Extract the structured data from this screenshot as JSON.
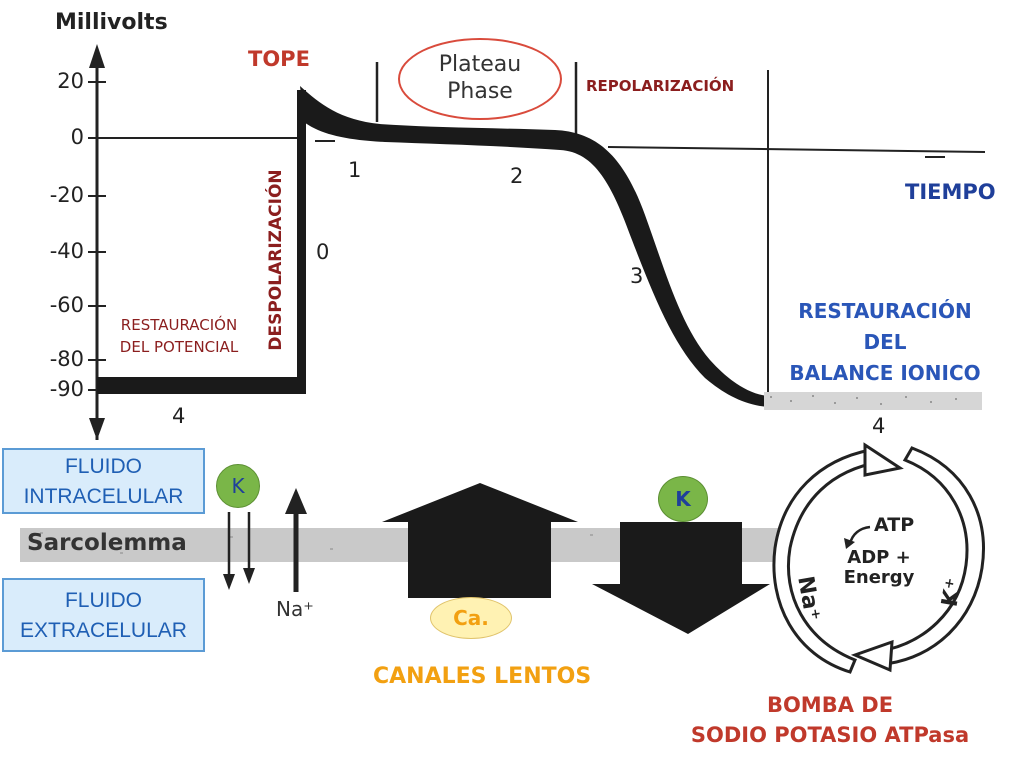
{
  "axis": {
    "title": "Millivolts",
    "ticks": [
      "20",
      "0",
      "-20",
      "-40",
      "-60",
      "-80",
      "-90"
    ]
  },
  "labels": {
    "tope": "TOPE",
    "plateau": "Plateau\nPhase",
    "repolarizacion": "REPOLARIZACIÓN",
    "tiempo": "TIEMPO",
    "despolarizacion": "DESPOLARIZACIÓN",
    "restauracion_potencial": "RESTAURACIÓN\nDEL POTENCIAL",
    "restauracion_balance": "RESTAURACIÓN\nDEL\nBALANCE IONICO",
    "phase_0": "0",
    "phase_1": "1",
    "phase_2": "2",
    "phase_3": "3",
    "phase_4_left": "4",
    "phase_4_right": "4"
  },
  "membrane": {
    "sarcolemma": "Sarcolemma",
    "intracellular": "FLUIDO\nINTRACELULAR",
    "extracellular": "FLUIDO\nEXTRACELULAR",
    "na": "Na⁺",
    "k_left": "K",
    "k_right": "K",
    "ca": "Ca.",
    "slow_channels": "CANALES LENTOS",
    "pump_title": "BOMBA DE\nSODIO POTASIO ATPasa"
  },
  "pump": {
    "atp": "ATP",
    "adp": "ADP +\nEnergy",
    "na": "Na⁺",
    "k": "K⁺"
  },
  "colors": {
    "dark_red": "#8b1e1e",
    "orange": "#f2a011",
    "blue_label": "#1f3f9a",
    "box_blue": "#1f5fb4",
    "oval_green": "#7ab648",
    "oval_yellow": "#fff2b3"
  }
}
